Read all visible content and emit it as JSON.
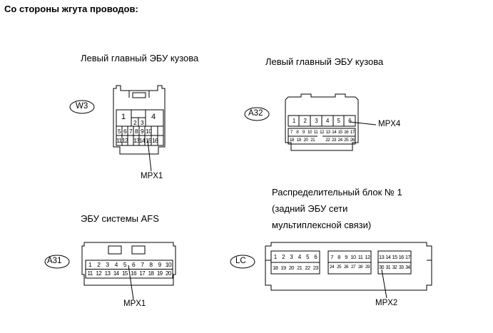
{
  "heading": "Со стороны жгута проводов:",
  "connectors": {
    "w3": {
      "title": "Левый главный ЭБУ кузова",
      "code": "W3",
      "signal": "MPX1",
      "pins": {
        "p1": "1",
        "p2": "2",
        "p3": "3",
        "p4": "4",
        "p5": "5",
        "p6": "6",
        "p7": "7",
        "p8": "8",
        "p9": "9",
        "p10": "10",
        "p11": "11",
        "p12": "12",
        "p13": "13",
        "p14": "14",
        "p15": "15",
        "p16": "16"
      }
    },
    "a32": {
      "title": "Левый главный ЭБУ кузова",
      "code": "A32",
      "signal": "MPX4",
      "pins_top": [
        "1",
        "2",
        "3",
        "4",
        "5",
        "6"
      ],
      "pins_mid": [
        "7",
        "8",
        "9",
        "10",
        "11",
        "12",
        "13",
        "14",
        "15",
        "16",
        "17"
      ],
      "pins_bot": [
        "18",
        "19",
        "20",
        "21",
        "22",
        "23",
        "24",
        "25",
        "26"
      ]
    },
    "a31": {
      "title": "ЭБУ системы AFS",
      "code": "A31",
      "signal": "MPX1",
      "pins_top": [
        "1",
        "2",
        "3",
        "4",
        "5",
        "6",
        "7",
        "8",
        "9",
        "10"
      ],
      "pins_bot": [
        "11",
        "12",
        "13",
        "14",
        "15",
        "16",
        "17",
        "18",
        "19",
        "20"
      ]
    },
    "lc": {
      "title_lines": [
        "Распределительный блок № 1",
        "(задний ЭБУ сети",
        "мультиплексной связи)"
      ],
      "code": "LC",
      "signal": "MPX2",
      "g1_top": [
        "1",
        "2",
        "3",
        "4",
        "5",
        "6"
      ],
      "g1_bot": [
        "18",
        "19",
        "20",
        "21",
        "22",
        "23"
      ],
      "g2_top": [
        "7",
        "8",
        "9",
        "10",
        "11",
        "12"
      ],
      "g2_bot": [
        "24",
        "25",
        "26",
        "27",
        "28",
        "29"
      ],
      "g3_top": [
        "13",
        "14",
        "15",
        "16",
        "17"
      ],
      "g3_bot": [
        "30",
        "31",
        "32",
        "33",
        "34"
      ]
    }
  }
}
